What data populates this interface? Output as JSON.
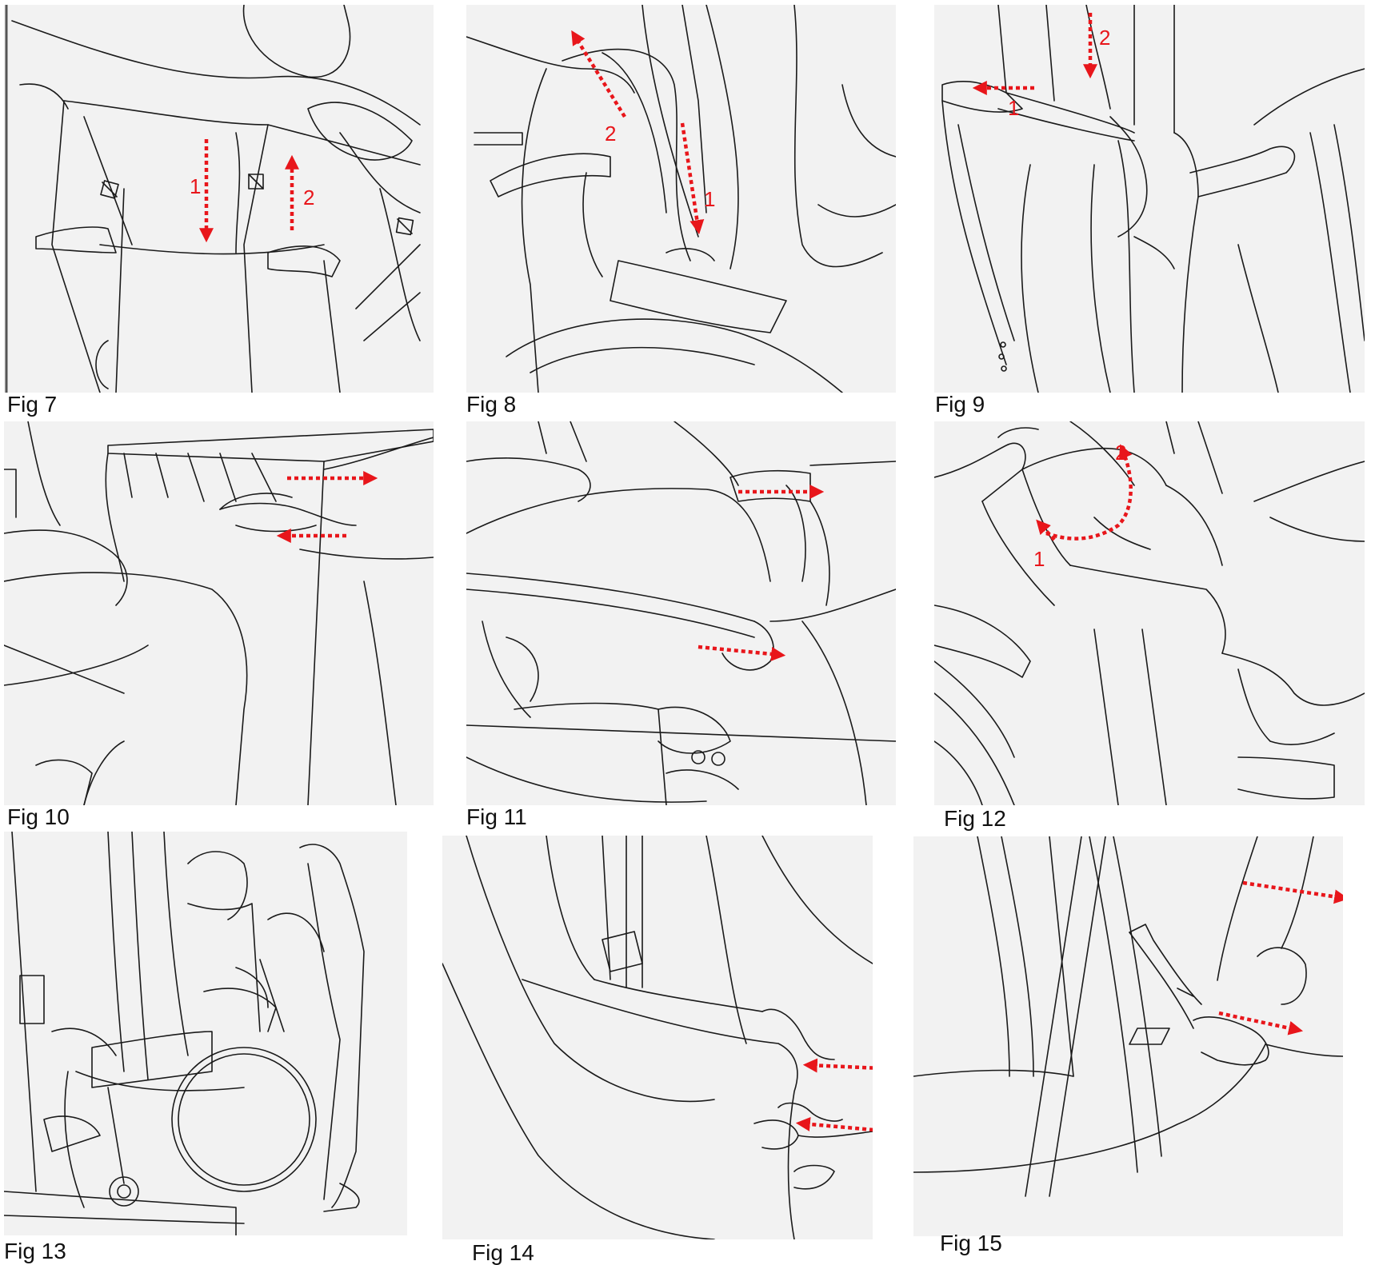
{
  "figures": [
    {
      "id": "fig7",
      "caption": "Fig 7",
      "step_labels": [
        "1",
        "2"
      ]
    },
    {
      "id": "fig8",
      "caption": "Fig 8",
      "step_labels": [
        "2",
        "1"
      ]
    },
    {
      "id": "fig9",
      "caption": "Fig 9",
      "step_labels": [
        "2",
        "1"
      ]
    },
    {
      "id": "fig10",
      "caption": "Fig 10",
      "step_labels": []
    },
    {
      "id": "fig11",
      "caption": "Fig 11",
      "step_labels": []
    },
    {
      "id": "fig12",
      "caption": "Fig 12",
      "step_labels": [
        "2",
        "1"
      ]
    },
    {
      "id": "fig13",
      "caption": "Fig 13",
      "step_labels": []
    },
    {
      "id": "fig14",
      "caption": "Fig 14",
      "step_labels": []
    },
    {
      "id": "fig15",
      "caption": "Fig 15",
      "step_labels": []
    }
  ],
  "colors": {
    "panel_background": "#f2f2f2",
    "line_art": "#1a1a1a",
    "arrow": "#e8161b"
  }
}
